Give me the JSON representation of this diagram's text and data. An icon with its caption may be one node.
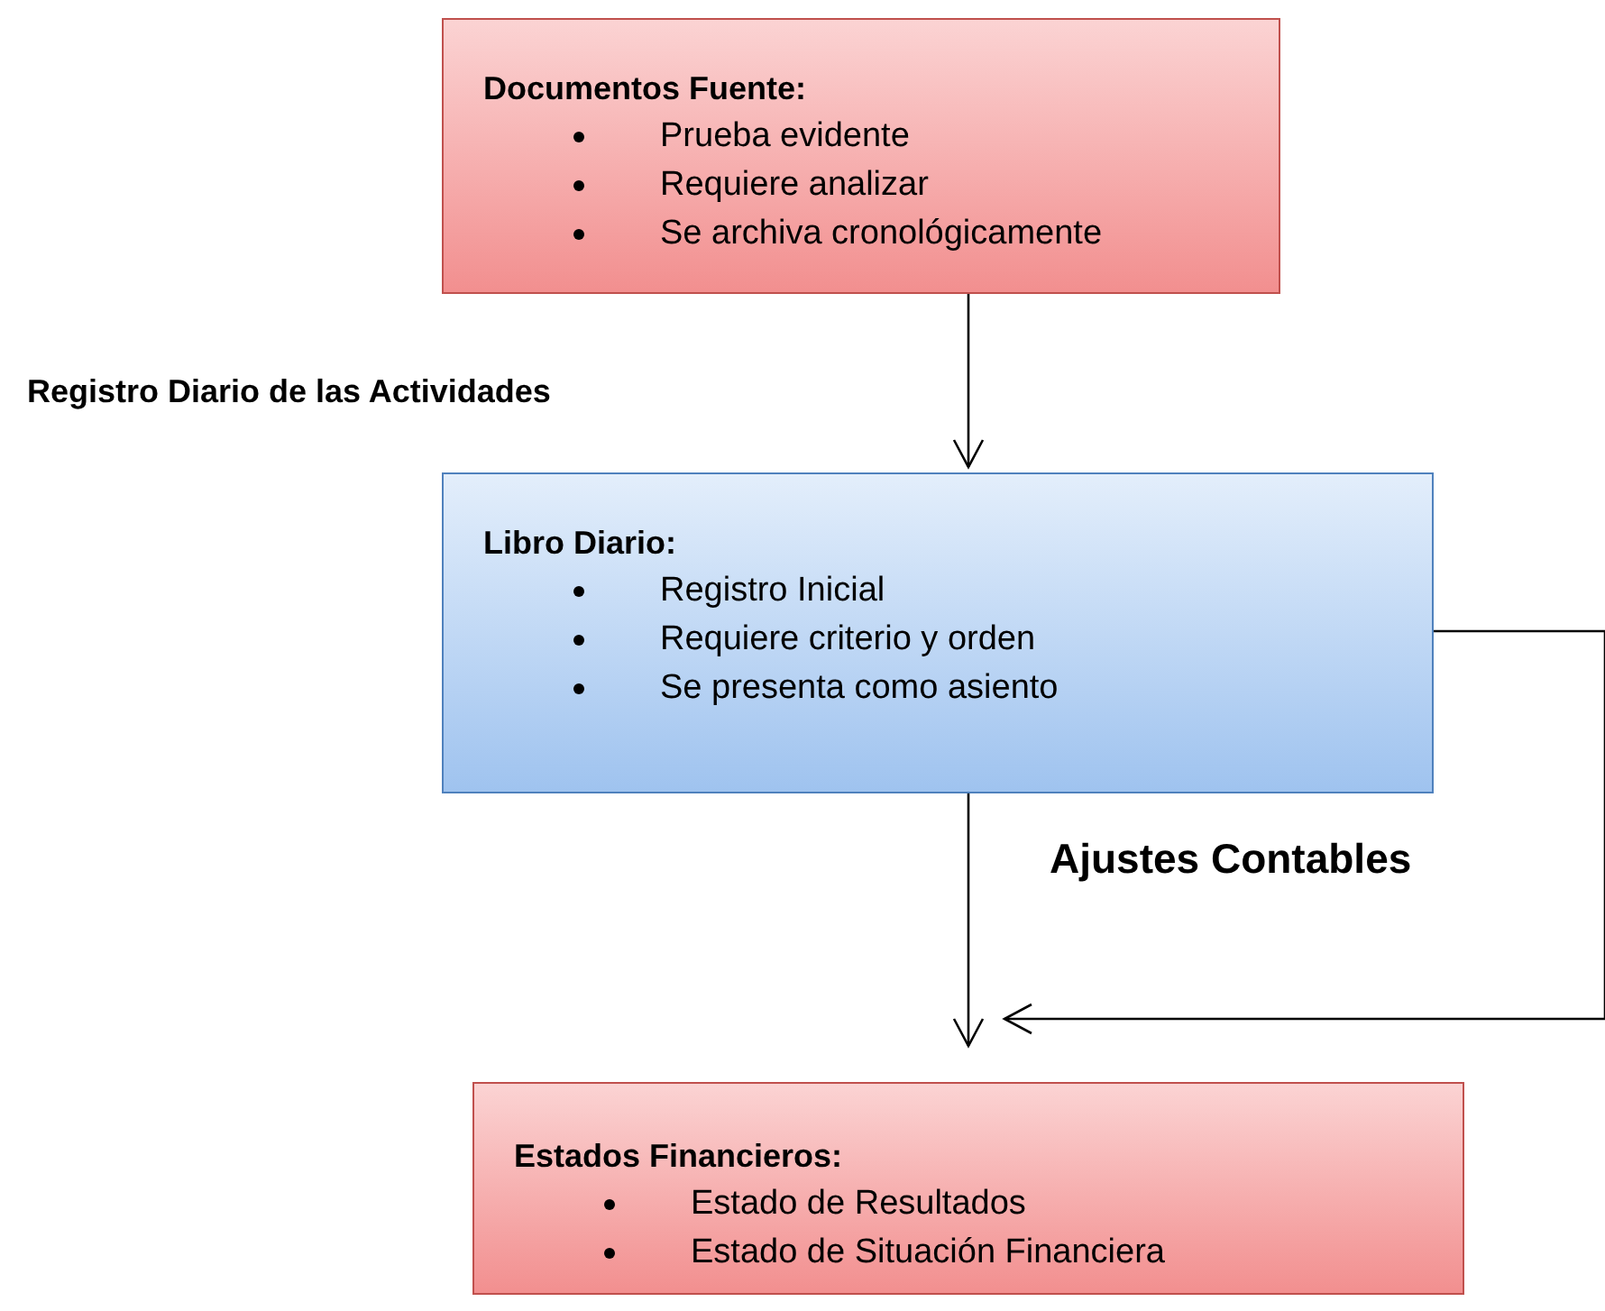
{
  "diagram": {
    "nodes": [
      {
        "text": [
          "Documentos Fuente:",
          "Prueba evidente",
          "Requiere analizar",
          "Se archiva cronológicamente"
        ]
      },
      {
        "text": [
          "Libro Diario:",
          "Registro Inicial",
          "Requiere criterio y orden",
          "Se presenta como asiento"
        ]
      },
      {
        "text": [
          "Estados Financieros:",
          "Estado de Resultados",
          "Estado de Situación Financiera"
        ]
      }
    ],
    "edges": [
      {
        "from": 0,
        "to": 1,
        "arrow": "to"
      },
      {
        "from": 1,
        "to": 2,
        "arrow": "to"
      },
      {
        "from": 1,
        "to": 2,
        "arrow": "to"
      }
    ],
    "labels": [
      "Registro Diario de las Actividades",
      "Ajustes Contables"
    ]
  }
}
